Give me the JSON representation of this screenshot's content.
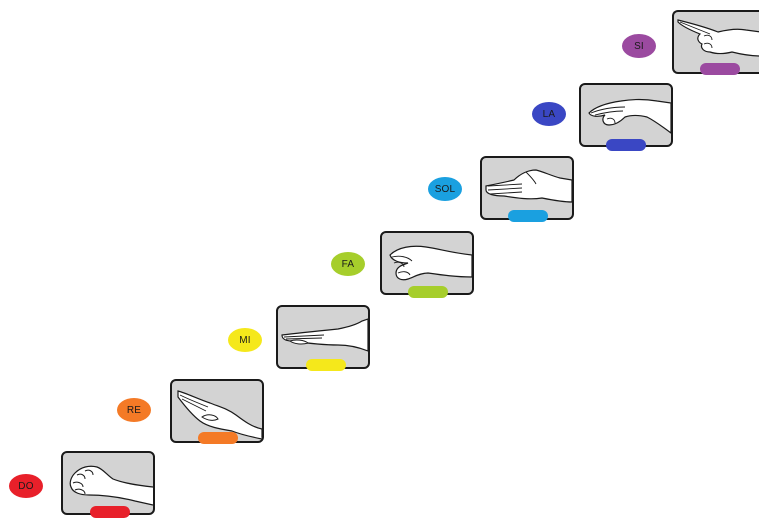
{
  "notes": [
    {
      "label": "DO",
      "color": "#e8202a",
      "hand": "fist-icon"
    },
    {
      "label": "RE",
      "color": "#f47a26",
      "hand": "flat-hand-angled-icon"
    },
    {
      "label": "MI",
      "color": "#f5e81b",
      "hand": "flat-hand-horizontal-icon"
    },
    {
      "label": "FA",
      "color": "#a6ce2b",
      "hand": "thumb-down-hand-icon"
    },
    {
      "label": "SOL",
      "color": "#1aa0e0",
      "hand": "open-hand-icon"
    },
    {
      "label": "LA",
      "color": "#3a47c4",
      "hand": "drooping-hand-icon"
    },
    {
      "label": "SI",
      "color": "#9b4aa0",
      "hand": "pointing-hand-icon"
    }
  ]
}
